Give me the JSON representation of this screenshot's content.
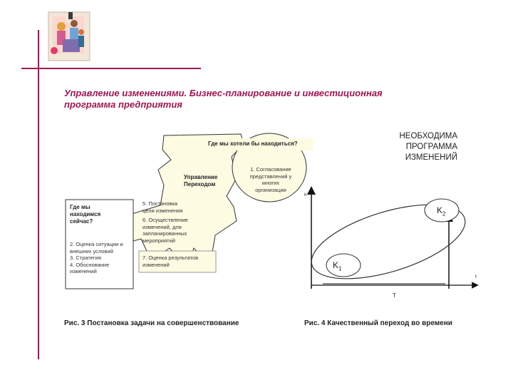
{
  "title_line1": "Управление изменениями. Бизнес-планирование и инвестиционная",
  "title_line2": "программа предприятия",
  "fig3": {
    "caption": "Рис. 3 Постановка задачи на совершенствование",
    "want_question": "Где мы хотели бы находиться?",
    "mgmt_line1": "Управление",
    "mgmt_line2": "Переходом",
    "circle_lines": [
      "1. Согласование",
      "представлений у",
      "многих",
      "организации"
    ],
    "where_line1": "Где мы",
    "where_line2": "находимся",
    "where_line3": "сейчас?",
    "left_items": [
      "2. Оценка ситуации и",
      "внешних условий",
      "3. Стратегия",
      "4. Обоснование",
      "изменений"
    ],
    "middle_items": [
      "5. Постановка",
      "цели изменения",
      "6. Осуществление",
      "изменений, для",
      "запланированных",
      "мероприятий"
    ],
    "bottom_items": [
      "7. Оценка результатов",
      "изменений"
    ]
  },
  "fig4": {
    "caption": "Рис. 4 Качественный переход во времени",
    "need_line1": "НЕОБХОДИМА",
    "need_line2": "ПРОГРАММА",
    "need_line3": "ИЗМЕНЕНИЙ",
    "k1": "K",
    "k1_sub": "1",
    "k2": "K",
    "k2_sub": "2",
    "t_label": "T",
    "t_axis": "t",
    "y_axis": "K"
  },
  "colors": {
    "accent": "#9c1b52",
    "title": "#a01650",
    "bubble": "#fdfbe2"
  },
  "icons": [
    "people-puzzle-logo-icon"
  ]
}
